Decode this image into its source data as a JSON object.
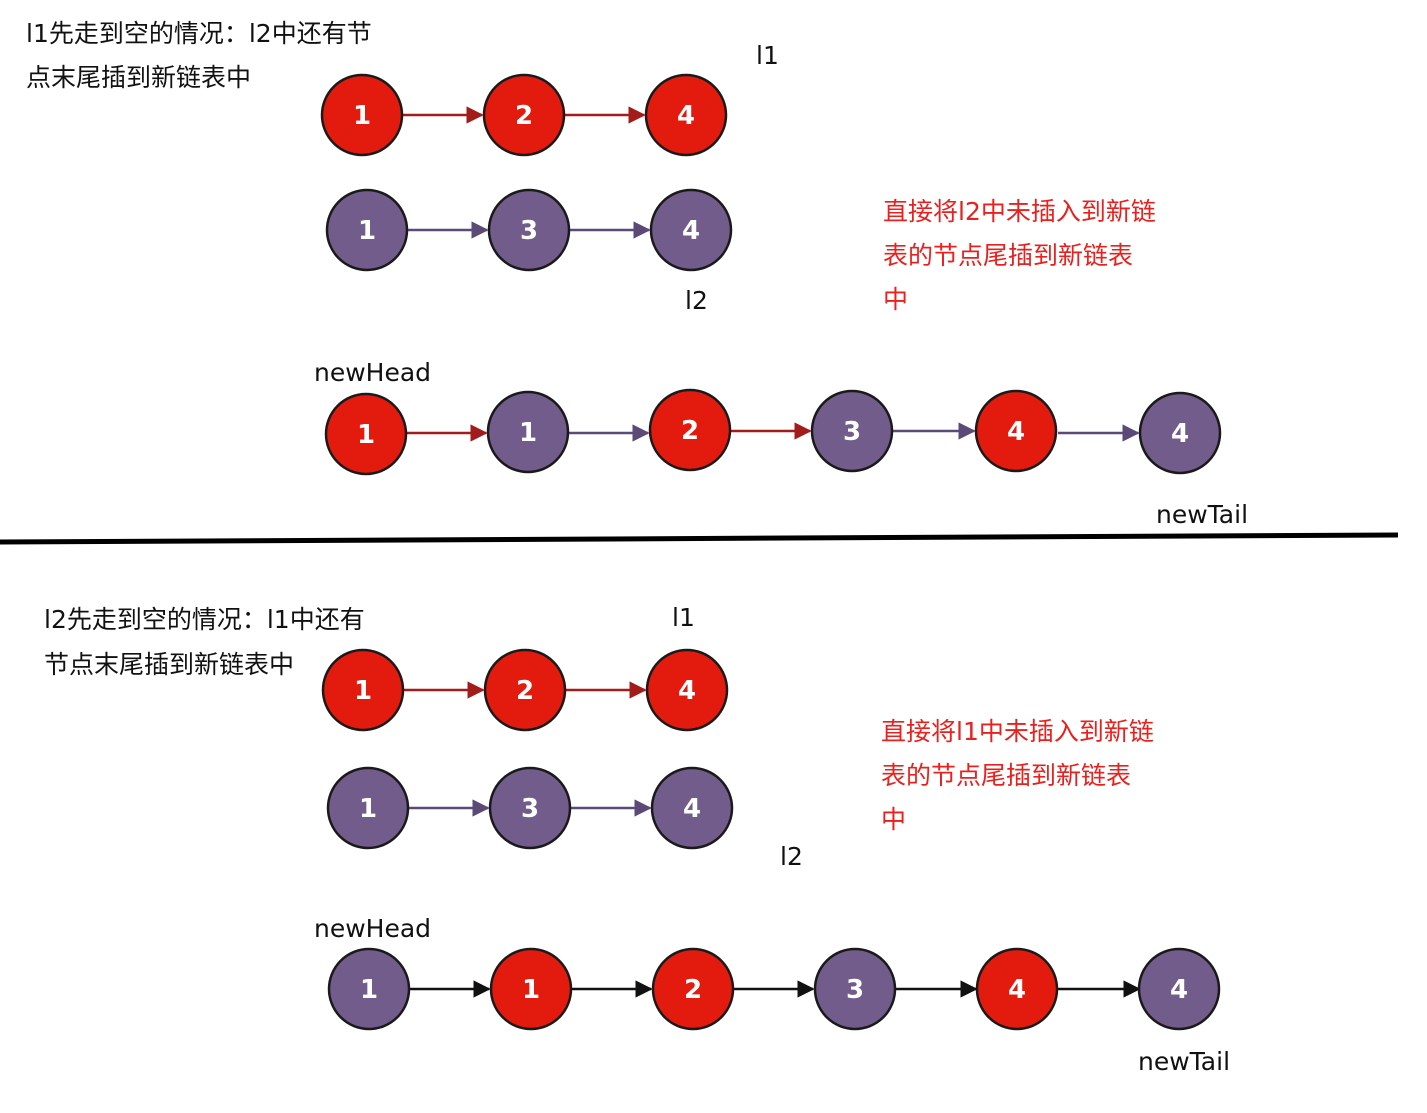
{
  "colors": {
    "red_node": "#e31a0e",
    "purple_node": "#725c8b",
    "red_arrow": "#a31c1c",
    "purple_arrow": "#5b4a78",
    "black_arrow": "#111111",
    "annotation_red": "#e8211e"
  },
  "top": {
    "title_lines": [
      "l1先走到空的情况：l2中还有节",
      "点末尾插到新链表中"
    ],
    "l1_label": "l1",
    "l2_label": "l2",
    "note_lines": [
      "直接将l2中未插入到新链",
      "表的节点尾插到新链表",
      "中"
    ],
    "l1_values": [
      "1",
      "2",
      "4"
    ],
    "l2_values": [
      "1",
      "3",
      "4"
    ],
    "new_head_label": "newHead",
    "new_tail_label": "newTail",
    "merged_values": [
      "1",
      "1",
      "2",
      "3",
      "4",
      "4"
    ],
    "merged_colors": [
      "red",
      "purple",
      "red",
      "purple",
      "red",
      "purple"
    ]
  },
  "bottom": {
    "title_lines": [
      "l2先走到空的情况：l1中还有",
      "节点末尾插到新链表中"
    ],
    "l1_label": "l1",
    "l2_label": "l2",
    "note_lines": [
      "直接将l1中未插入到新链",
      "表的节点尾插到新链表",
      "中"
    ],
    "l1_values": [
      "1",
      "2",
      "4"
    ],
    "l2_values": [
      "1",
      "3",
      "4"
    ],
    "new_head_label": "newHead",
    "new_tail_label": "newTail",
    "merged_values": [
      "1",
      "1",
      "2",
      "3",
      "4",
      "4"
    ],
    "merged_colors": [
      "purple",
      "red",
      "red",
      "purple",
      "red",
      "purple"
    ]
  }
}
